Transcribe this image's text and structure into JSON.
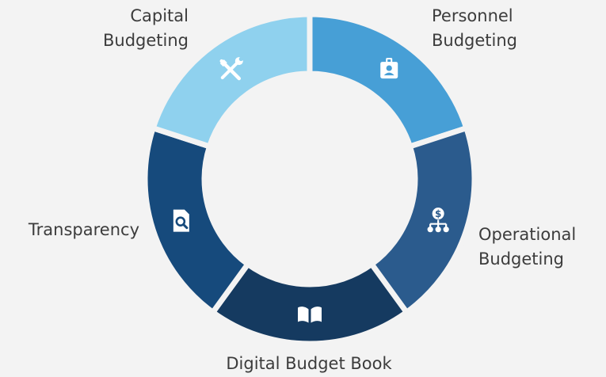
{
  "diagram": {
    "segments": [
      {
        "id": "personnel",
        "lines": [
          "Personnel",
          "Budgeting"
        ],
        "color": "#479fd6",
        "icon": "id-badge-icon"
      },
      {
        "id": "operational",
        "lines": [
          "Operational",
          "Budgeting"
        ],
        "color": "#2b5b8d",
        "icon": "dollar-hierarchy-icon"
      },
      {
        "id": "digital",
        "lines": [
          "Digital Budget Book"
        ],
        "color": "#153a60",
        "icon": "open-book-icon"
      },
      {
        "id": "transparency",
        "lines": [
          "Transparency"
        ],
        "color": "#164a7c",
        "icon": "document-search-icon"
      },
      {
        "id": "capital",
        "lines": [
          "Capital",
          "Budgeting"
        ],
        "color": "#8fd1ee",
        "icon": "tools-icon"
      }
    ],
    "background": "#f3f3f3",
    "icon_color": "#ffffff"
  }
}
